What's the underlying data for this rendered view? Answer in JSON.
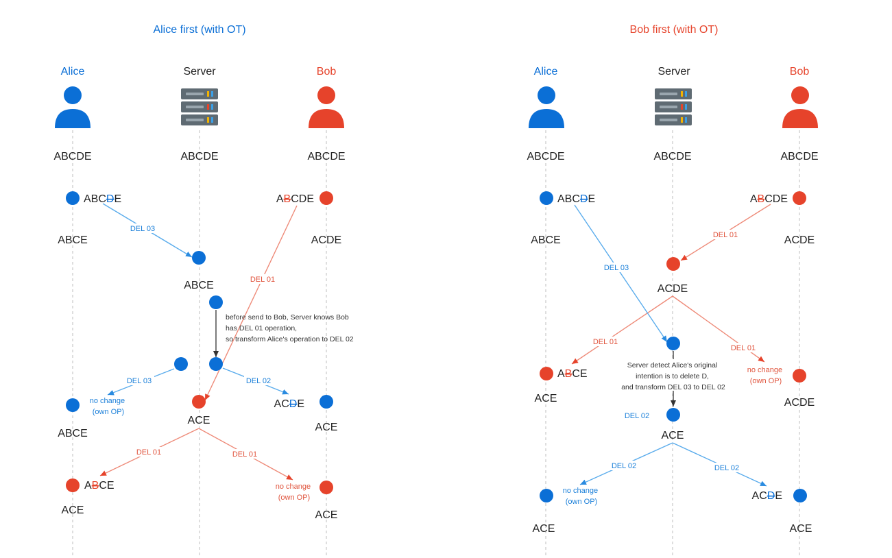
{
  "colors": {
    "alice": "#0b6fd6",
    "bob": "#e6432b",
    "alice_arrow": "#5aacec",
    "bob_arrow": "#ee8a78",
    "server_arrow": "#333333",
    "lifeline": "#c8c8c8"
  },
  "icons": {
    "alice": "person-icon",
    "bob": "person-icon",
    "server": "server-icon"
  },
  "left": {
    "title": "Alice first (with OT)",
    "headers": {
      "alice": "Alice",
      "server": "Server",
      "bob": "Bob"
    },
    "initial": {
      "alice": "ABCDE",
      "server": "ABCDE",
      "bob": "ABCDE"
    },
    "alice_op_text": [
      "ABC",
      "D",
      "E"
    ],
    "alice_after": "ABCE",
    "bob_op_text": [
      "A",
      "B",
      "CDE"
    ],
    "bob_after": "ACDE",
    "del03": "DEL 03",
    "del01": "DEL 01",
    "server_after_alice": "ABCE",
    "server_note": [
      "before send to Bob, Server knows Bob",
      "has DEL 01 operation,",
      "so transform Alice's operation to DEL 02"
    ],
    "del03_back": "DEL 03",
    "no_change_alice": [
      "no change",
      "(own OP)"
    ],
    "del02": "DEL 02",
    "bob_recv_text": [
      "AC",
      "D",
      "E"
    ],
    "alice_state2": "ABCE",
    "server_final": "ACE",
    "bob_final1": "ACE",
    "del01_alice": "DEL 01",
    "del01_bob": "DEL 01",
    "alice_recv_text": [
      "A",
      "B",
      "CE"
    ],
    "alice_final": "ACE",
    "no_change_bob": [
      "no change",
      "(own OP)"
    ],
    "bob_final2": "ACE"
  },
  "right": {
    "title": "Bob first (with OT)",
    "headers": {
      "alice": "Alice",
      "server": "Server",
      "bob": "Bob"
    },
    "initial": {
      "alice": "ABCDE",
      "server": "ABCDE",
      "bob": "ABCDE"
    },
    "alice_op_text": [
      "ABC",
      "D",
      "E"
    ],
    "alice_after": "ABCE",
    "bob_op_text": [
      "A",
      "B",
      "CDE"
    ],
    "bob_after": "ACDE",
    "del01": "DEL 01",
    "del03": "DEL 03",
    "server_after_bob": "ACDE",
    "del01_alice": "DEL 01",
    "del01_bob": "DEL 01",
    "alice_recv_text": [
      "A",
      "B",
      "CE"
    ],
    "no_change_bob": [
      "no change",
      "(own OP)"
    ],
    "alice_after2": "ACE",
    "bob_after2": "ACDE",
    "server_note": [
      "Server detect Alice's original",
      "intention is to delete D,",
      "and transform DEL 03 to DEL 02"
    ],
    "del02_side": "DEL 02",
    "server_final": "ACE",
    "del02_alice": "DEL 02",
    "del02_bob": "DEL 02",
    "no_change_alice": [
      "no change",
      "(own OP)"
    ],
    "bob_recv_text": [
      "AC",
      "D",
      "E"
    ],
    "alice_final": "ACE",
    "bob_final": "ACE"
  }
}
